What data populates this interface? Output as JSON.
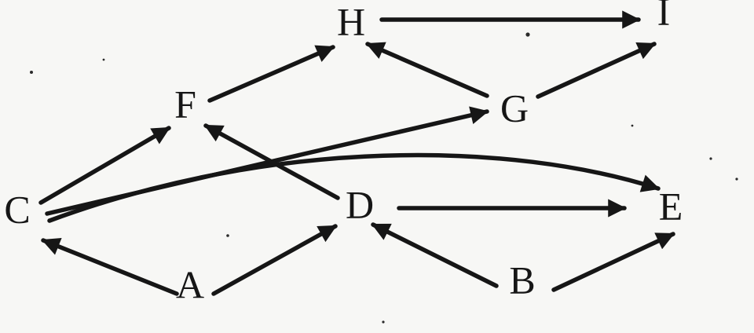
{
  "nodes": [
    {
      "id": "A",
      "label": "A"
    },
    {
      "id": "B",
      "label": "B"
    },
    {
      "id": "C",
      "label": "C"
    },
    {
      "id": "D",
      "label": "D"
    },
    {
      "id": "E",
      "label": "E"
    },
    {
      "id": "F",
      "label": "F"
    },
    {
      "id": "G",
      "label": "G"
    },
    {
      "id": "H",
      "label": "H"
    },
    {
      "id": "I",
      "label": "I"
    }
  ],
  "edges": [
    {
      "from": "A",
      "to": "C"
    },
    {
      "from": "A",
      "to": "D"
    },
    {
      "from": "B",
      "to": "D"
    },
    {
      "from": "B",
      "to": "E"
    },
    {
      "from": "C",
      "to": "F"
    },
    {
      "from": "C",
      "to": "G"
    },
    {
      "from": "C",
      "to": "E"
    },
    {
      "from": "D",
      "to": "F"
    },
    {
      "from": "D",
      "to": "E"
    },
    {
      "from": "F",
      "to": "H"
    },
    {
      "from": "G",
      "to": "H"
    },
    {
      "from": "G",
      "to": "I"
    },
    {
      "from": "H",
      "to": "I"
    }
  ],
  "colors": {
    "ink": "#161616",
    "paper": "#f7f7f5"
  }
}
